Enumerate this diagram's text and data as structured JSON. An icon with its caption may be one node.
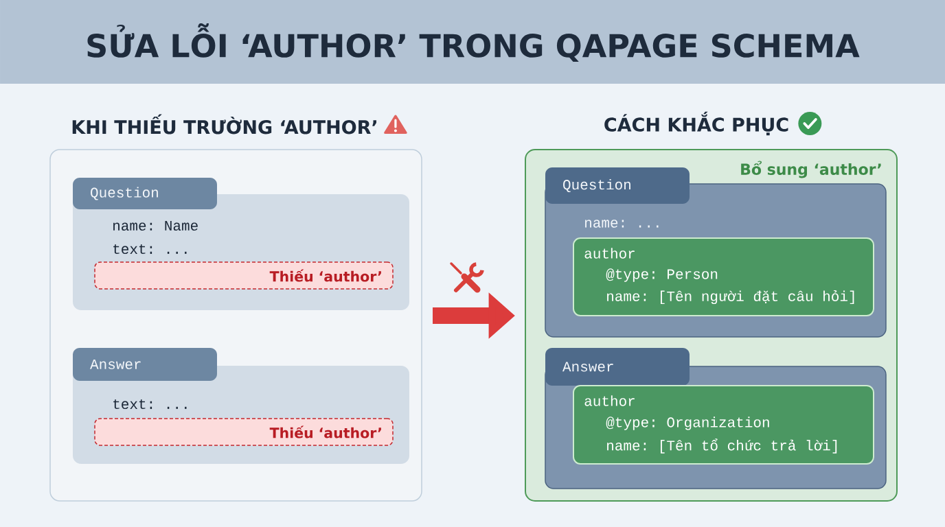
{
  "diagram": {
    "title": "SỬA LỖI ‘AUTHOR’ TRONG QAPAGE SCHEMA",
    "nodes": [
      {
        "text": [
          "KHI THIẾU TRƯỜNG ‘AUTHOR’"
        ]
      },
      {
        "text": [
          "Question",
          "name: Name",
          "text: ..."
        ],
        "in": 0
      },
      {
        "text": [
          "Thiếu ‘author’"
        ],
        "in": 1
      },
      {
        "text": [
          "Answer",
          "text: ..."
        ],
        "in": 0
      },
      {
        "text": [
          "Thiếu ‘author’"
        ],
        "in": 3
      },
      {
        "text": [
          "CÁCH KHẮC PHỤC",
          "Bổ sung ‘author’"
        ]
      },
      {
        "text": [
          "Question",
          "name: ..."
        ],
        "in": 5
      },
      {
        "text": [
          "author",
          "@type: Person",
          "name: [Tên người đặt câu hỏi]"
        ],
        "in": 6
      },
      {
        "text": [
          "Answer"
        ],
        "in": 5
      },
      {
        "text": [
          "author",
          "@type: Organization",
          "name: [Tên tổ chức trả lời]"
        ],
        "in": 8
      }
    ],
    "edges": [
      {
        "from": 0,
        "to": 5,
        "arrow": "to",
        "color": "#dc3c3c"
      }
    ]
  }
}
